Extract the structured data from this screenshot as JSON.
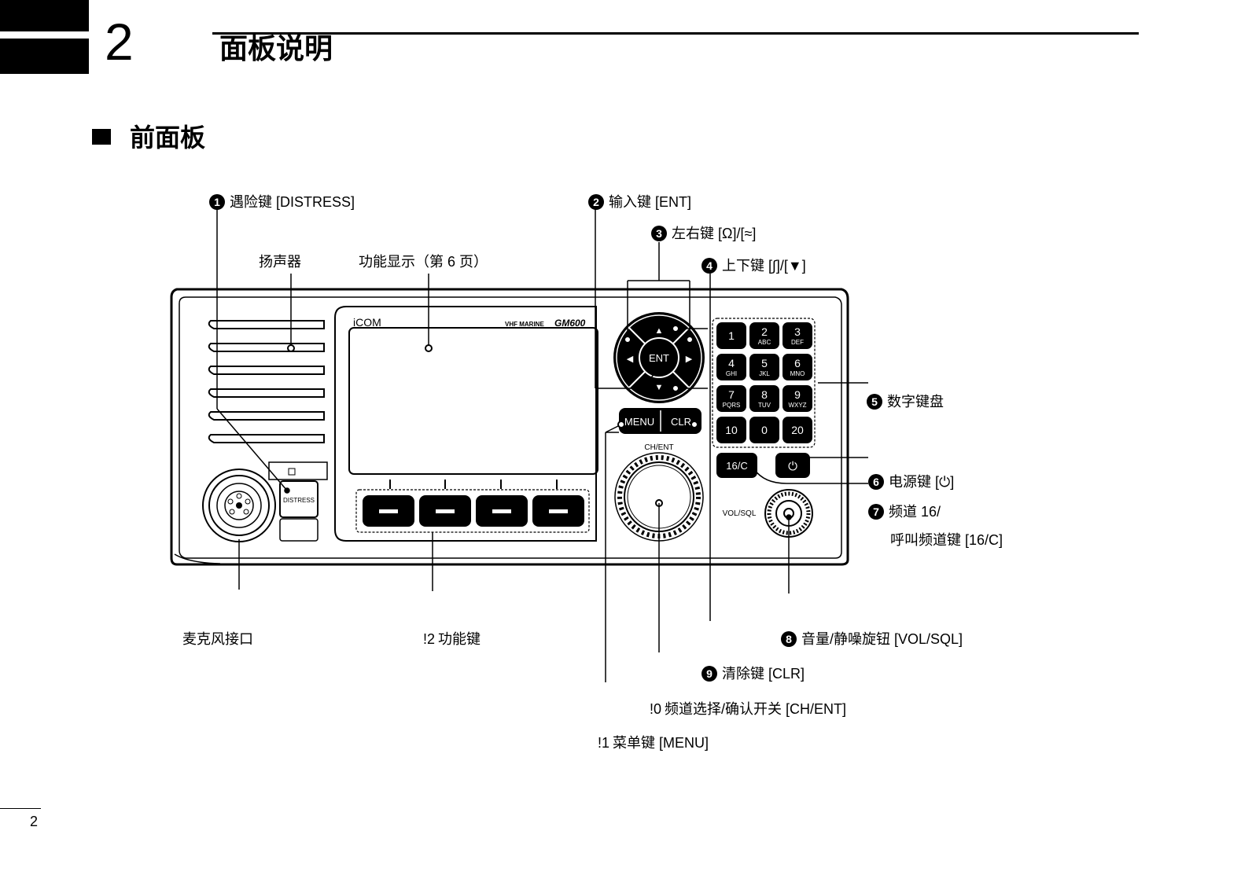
{
  "chapter": {
    "number": "2",
    "title": "面板说明"
  },
  "section": {
    "title": "前面板"
  },
  "panel": {
    "brand": "iCOM",
    "model_prefix": "VHF MARINE",
    "model": "GM600",
    "distress_label": "DISTRESS",
    "ch_ent_label": "CH/ENT",
    "vol_sql_label": "VOL/SQL",
    "keys": {
      "ent": "ENT",
      "menu": "MENU",
      "clr": "CLR",
      "ch16": "16/C",
      "power": "⏻",
      "up": "▲",
      "down": "▼",
      "left": "◀",
      "right": "▶",
      "keypad": [
        {
          "digit": "1",
          "letters": ""
        },
        {
          "digit": "2",
          "letters": "ABC"
        },
        {
          "digit": "3",
          "letters": "DEF"
        },
        {
          "digit": "4",
          "letters": "GHI"
        },
        {
          "digit": "5",
          "letters": "JKL"
        },
        {
          "digit": "6",
          "letters": "MNO"
        },
        {
          "digit": "7",
          "letters": "PQRS"
        },
        {
          "digit": "8",
          "letters": "TUV"
        },
        {
          "digit": "9",
          "letters": "WXYZ"
        },
        {
          "digit": "10",
          "letters": ""
        },
        {
          "digit": "0",
          "letters": ""
        },
        {
          "digit": "20",
          "letters": ""
        }
      ]
    }
  },
  "callouts": {
    "c1": {
      "num": "1",
      "text": "遇险键 [DISTRESS]"
    },
    "c2": {
      "num": "2",
      "text": "输入键 [ENT]"
    },
    "c3": {
      "num": "3",
      "text": "左右键 [Ω]/[≈]"
    },
    "c4": {
      "num": "4",
      "text": "上下键 [∫]/[▼]"
    },
    "c5": {
      "num": "5",
      "text": "数字键盘"
    },
    "c6": {
      "num": "6",
      "text": "电源键 [⏻]"
    },
    "c7": {
      "num": "7",
      "text": "频道 16/",
      "text2": "呼叫频道键 [16/C]"
    },
    "c8": {
      "num": "8",
      "text": "音量/静噪旋钮 [VOL/SQL]"
    },
    "c9": {
      "num": "9",
      "text": "清除键 [CLR]"
    },
    "c10": {
      "num": "!0",
      "text": "频道选择/确认开关 [CH/ENT]"
    },
    "c11": {
      "num": "!1",
      "text": "菜单键 [MENU]"
    },
    "c12": {
      "num": "!2",
      "text": "功能键"
    },
    "speaker": "扬声器",
    "display": "功能显示（第 6 页）",
    "mic": "麦克风接口"
  },
  "footer": {
    "page_number": "2"
  }
}
